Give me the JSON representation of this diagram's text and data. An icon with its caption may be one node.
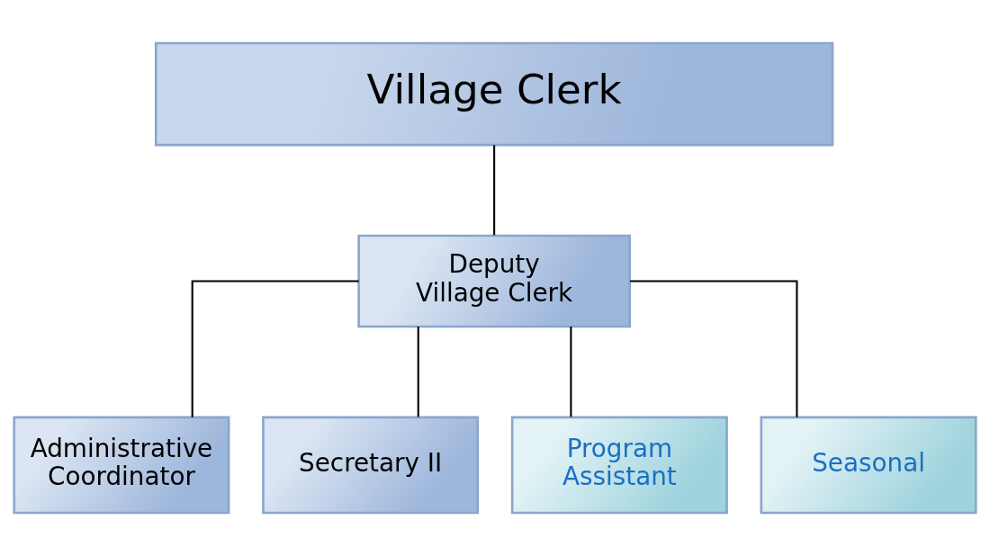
{
  "diagram": {
    "nodes": [
      {
        "text": [
          "Village Clerk"
        ]
      },
      {
        "text": [
          "Deputy Village Clerk"
        ]
      },
      {
        "text": [
          "Administrative Coordinator"
        ]
      },
      {
        "text": [
          "Secretary II"
        ]
      },
      {
        "text": [
          "Program Assistant"
        ]
      },
      {
        "text": [
          "Seasonal"
        ]
      }
    ],
    "edges": [
      {
        "from": 0,
        "to": 1,
        "arrow": "none"
      },
      {
        "from": 1,
        "to": 2,
        "arrow": "none"
      },
      {
        "from": 1,
        "to": 3,
        "arrow": "none"
      },
      {
        "from": 1,
        "to": 4,
        "arrow": "none"
      },
      {
        "from": 1,
        "to": 5,
        "arrow": "none"
      }
    ]
  }
}
